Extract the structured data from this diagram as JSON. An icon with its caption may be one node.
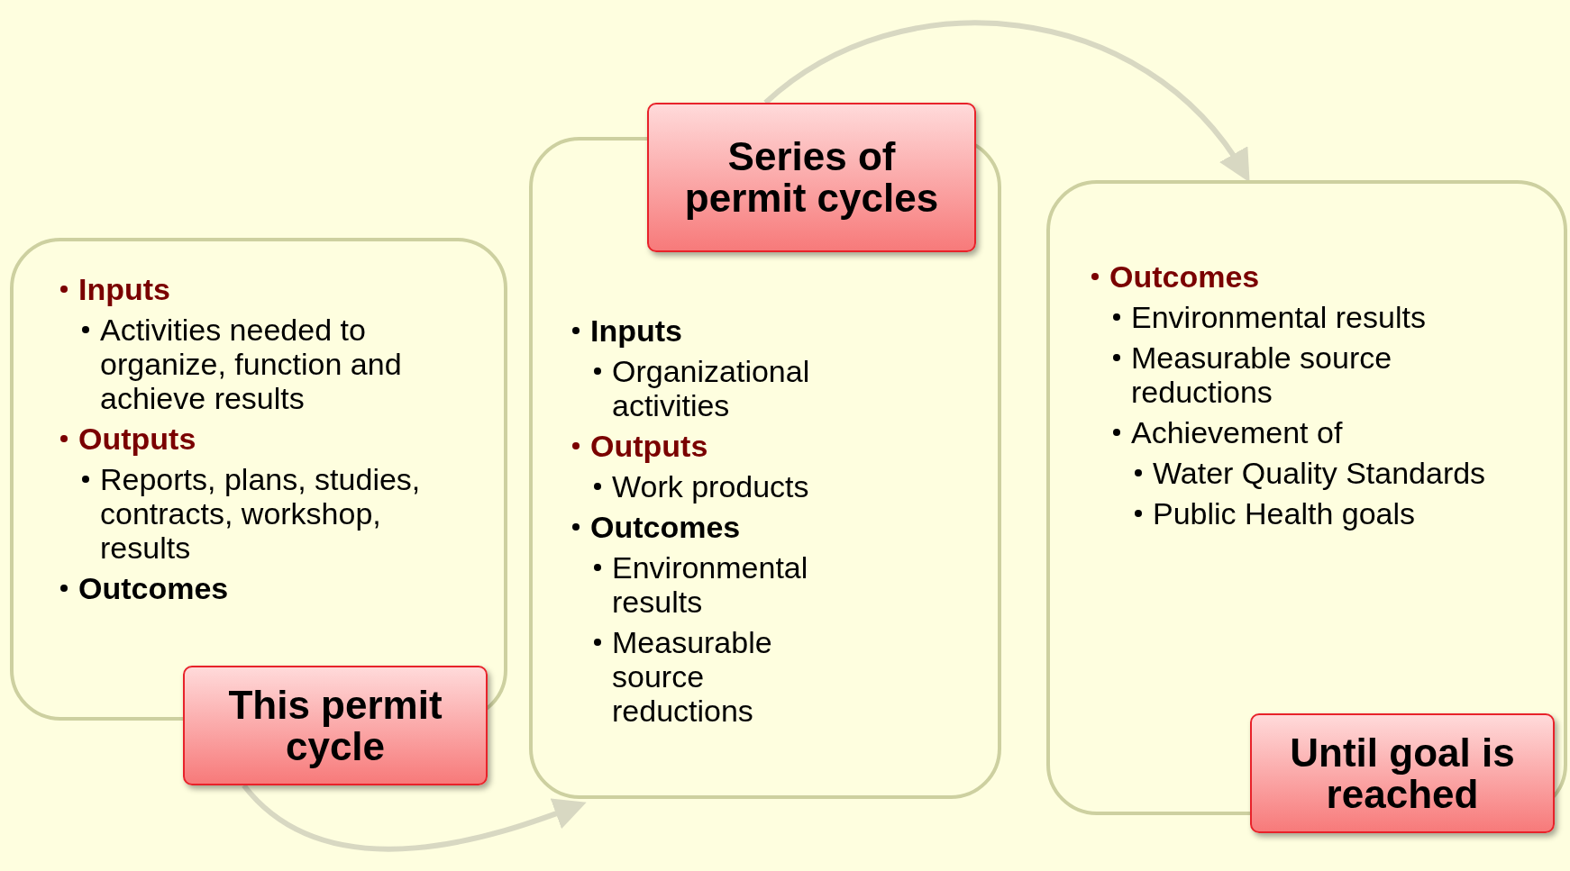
{
  "diagram": {
    "nodes": [
      {
        "text": [
          "Inputs",
          "Activities needed to organize, function and achieve results",
          "Outputs",
          "Reports, plans, studies, contracts, workshop, results",
          "Outcomes"
        ]
      },
      {
        "text": [
          "This permit cycle"
        ]
      },
      {
        "text": [
          "Inputs",
          "Organizational activities",
          "Outputs",
          "Work products",
          "Outcomes",
          "Environmental results",
          "Measurable source reductions"
        ]
      },
      {
        "text": [
          "Series of permit cycles"
        ]
      },
      {
        "text": [
          "Outcomes",
          "Environmental results",
          "Measurable source reductions",
          "Achievement of",
          "Water Quality Standards",
          "Public Health goals"
        ]
      },
      {
        "text": [
          "Until goal is reached"
        ]
      }
    ],
    "edges": [
      {
        "from": 1,
        "to": 2,
        "arrow": "to"
      },
      {
        "from": 3,
        "to": 4,
        "arrow": "to"
      }
    ]
  }
}
